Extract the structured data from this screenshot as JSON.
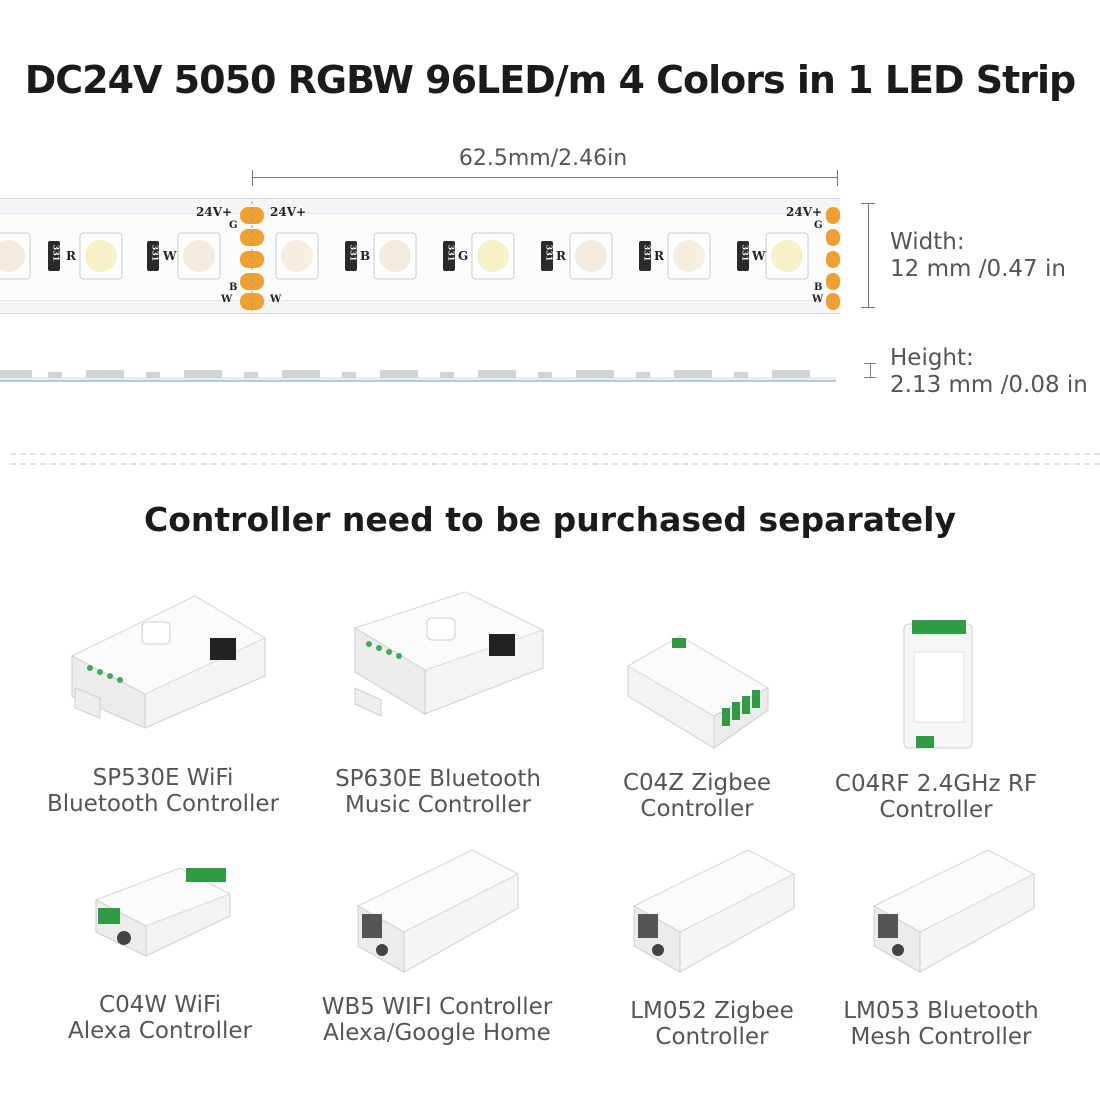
{
  "title": "DC24V 5050 RGBW 96LED/m 4 Colors in 1 LED Strip",
  "dimensions": {
    "segment_length": "62.5mm/2.46in",
    "width_label": "Width:",
    "width_value": "12 mm /0.47 in",
    "height_label": "Height:",
    "height_value": "2.13 mm /0.08 in"
  },
  "strip_marks": {
    "voltage": "24V+",
    "resistor": "331",
    "channels": [
      "R",
      "G",
      "B",
      "W"
    ]
  },
  "section_title": "Controller need to be purchased separately",
  "controllers": [
    {
      "line1": "SP530E WiFi",
      "line2": "Bluetooth Controller",
      "icon": "sp530e-controller-image"
    },
    {
      "line1": "SP630E Bluetooth",
      "line2": "Music Controller",
      "icon": "sp630e-controller-image"
    },
    {
      "line1": "C04Z Zigbee",
      "line2": "Controller",
      "icon": "c04z-controller-image"
    },
    {
      "line1": "C04RF 2.4GHz RF",
      "line2": "Controller",
      "icon": "c04rf-controller-image"
    },
    {
      "line1": "C04W WiFi",
      "line2": "Alexa Controller",
      "icon": "c04w-controller-image"
    },
    {
      "line1": "WB5 WIFI Controller",
      "line2": "Alexa/Google Home",
      "icon": "wb5-controller-image"
    },
    {
      "line1": "LM052 Zigbee",
      "line2": "Controller",
      "icon": "lm052-controller-image"
    },
    {
      "line1": "LM053 Bluetooth",
      "line2": "Mesh Controller",
      "icon": "lm053-controller-image"
    }
  ],
  "colors": {
    "pad": "#f0a030",
    "strip": "#f3f5f7",
    "text_dark": "#1b1b1b",
    "text_gray": "#555555"
  }
}
